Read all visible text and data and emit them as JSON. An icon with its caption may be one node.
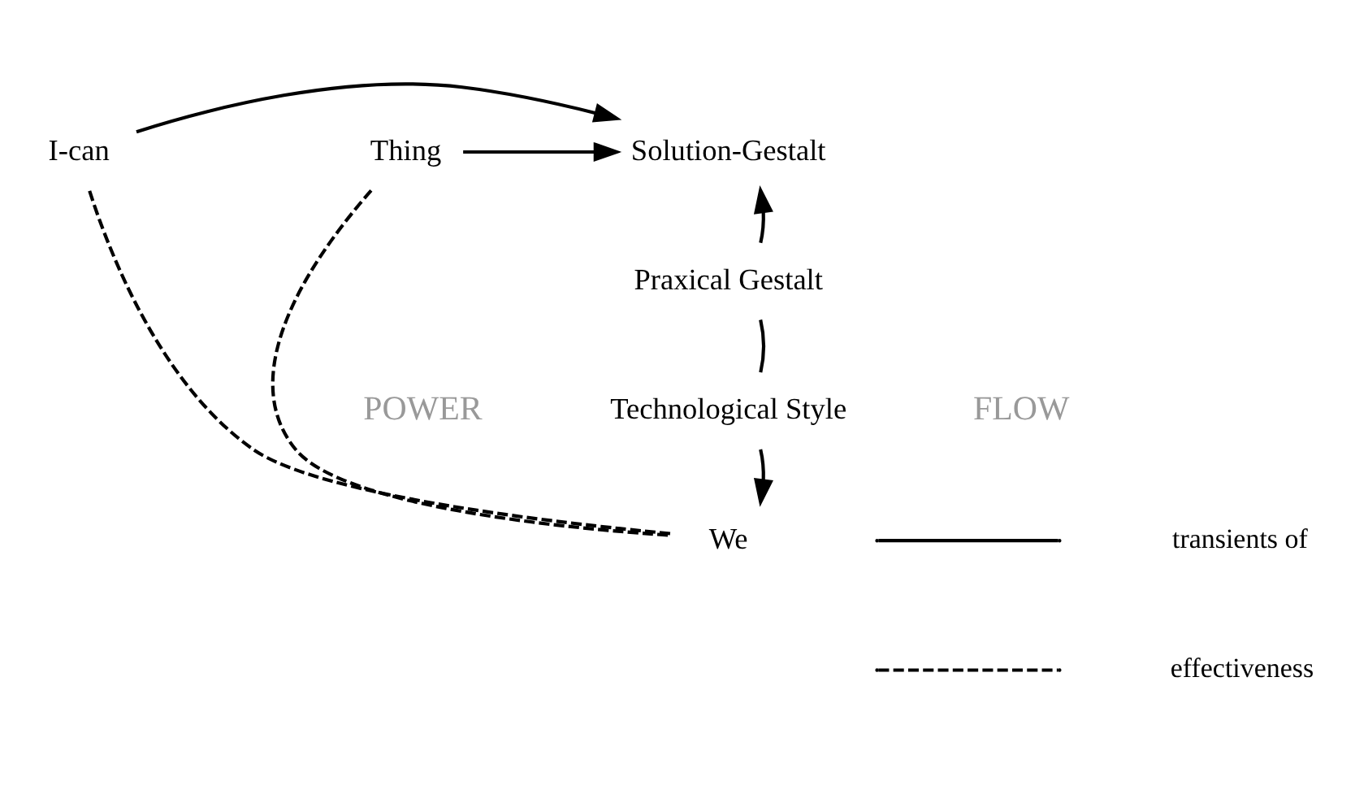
{
  "diagram": {
    "nodes": [
      {
        "text": [
          "I-can"
        ]
      },
      {
        "text": [
          "Solution-Gestalt"
        ]
      },
      {
        "text": [
          "Thing"
        ]
      },
      {
        "text": [
          "Praxical Gestalt"
        ]
      },
      {
        "text": [
          "Technological Style"
        ]
      },
      {
        "text": [
          "We"
        ]
      }
    ],
    "edges": [
      {
        "from": 0,
        "to": 1,
        "arrow": "to"
      },
      {
        "from": 2,
        "to": 1,
        "arrow": "to"
      },
      {
        "from": 3,
        "to": 1,
        "arrow": "to"
      },
      {
        "from": 4,
        "to": 3,
        "arrow": "none"
      },
      {
        "from": 4,
        "to": 5,
        "arrow": "to"
      },
      {
        "from": 0,
        "to": 5,
        "arrow": "none",
        "style": "dashed"
      },
      {
        "from": 2,
        "to": 5,
        "arrow": "none",
        "style": "dashed"
      }
    ],
    "labels": [
      "POWER",
      "FLOW"
    ],
    "legend": [
      {
        "text": "transients of"
      },
      {
        "text": "effectiveness"
      }
    ]
  }
}
